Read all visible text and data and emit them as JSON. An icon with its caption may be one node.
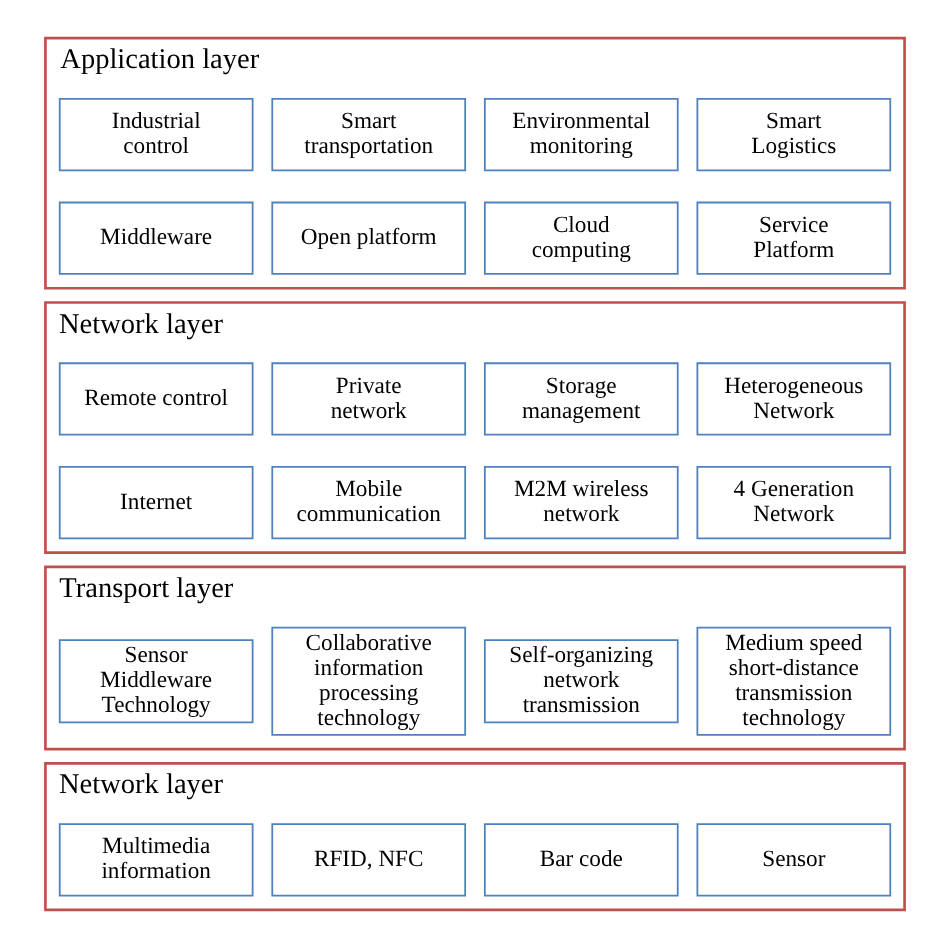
{
  "diagram": {
    "nodes": [
      {
        "text": [
          "Application layer"
        ]
      },
      {
        "text": [
          "Smart Logistics"
        ],
        "in": 0
      },
      {
        "text": [
          "Environmental monitoring"
        ],
        "in": 0
      },
      {
        "text": [
          "Smart transportation"
        ],
        "in": 0
      },
      {
        "text": [
          "Industrial control"
        ],
        "in": 0
      },
      {
        "text": [
          "Service Platform"
        ],
        "in": 0
      },
      {
        "text": [
          "Cloud computing"
        ],
        "in": 0
      },
      {
        "text": [
          "Open platform"
        ],
        "in": 0
      },
      {
        "text": [
          "Middleware"
        ],
        "in": 0
      },
      {
        "text": [
          "Network layer"
        ]
      },
      {
        "text": [
          "Heterogeneous Network"
        ],
        "in": 9
      },
      {
        "text": [
          "Storage management"
        ],
        "in": 9
      },
      {
        "text": [
          "Private network"
        ],
        "in": 9
      },
      {
        "text": [
          "Remote control"
        ],
        "in": 9
      },
      {
        "text": [
          "4 Generation Network"
        ],
        "in": 9
      },
      {
        "text": [
          "M2M wireless network"
        ],
        "in": 9
      },
      {
        "text": [
          "Mobile communication"
        ],
        "in": 9
      },
      {
        "text": [
          "Internet"
        ],
        "in": 9
      },
      {
        "text": [
          "Transport layer"
        ]
      },
      {
        "text": [
          "Medium speed short-distance transmission technology"
        ],
        "in": 18
      },
      {
        "text": [
          "Self-organizing network transmission"
        ],
        "in": 18
      },
      {
        "text": [
          "Collaborative information processing technology"
        ],
        "in": 18
      },
      {
        "text": [
          "Sensor Middleware Technology"
        ],
        "in": 18
      },
      {
        "text": [
          "Network layer"
        ]
      },
      {
        "text": [
          "Sensor"
        ],
        "in": 23
      },
      {
        "text": [
          "Bar code"
        ],
        "in": 23
      },
      {
        "text": [
          "RFID, NFC"
        ],
        "in": 23
      },
      {
        "text": [
          "Multimedia information"
        ],
        "in": 23
      }
    ],
    "edges": []
  }
}
